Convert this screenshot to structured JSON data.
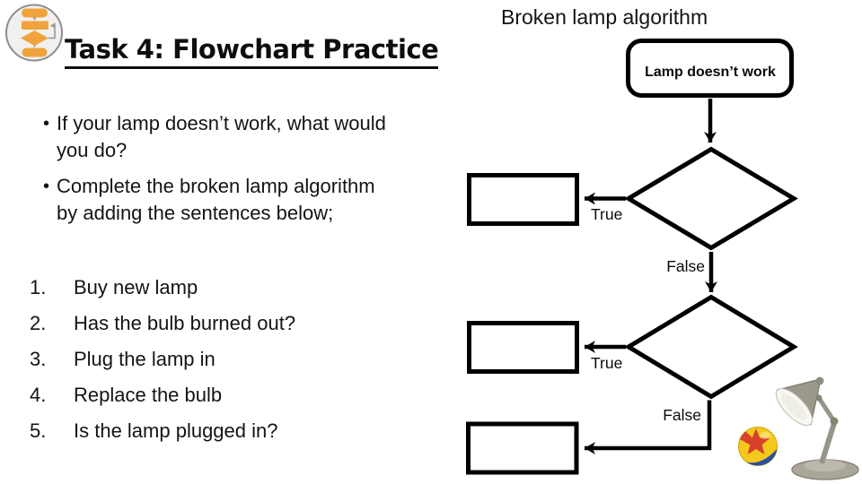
{
  "header": {
    "title": "Task 4: Flowchart Practice"
  },
  "bullets": {
    "marker": "•",
    "items": [
      {
        "lines": [
          "If your lamp doesn’t work, what would",
          "you do?"
        ]
      },
      {
        "lines": [
          "Complete the broken lamp algorithm",
          "by adding the sentences below;"
        ]
      }
    ]
  },
  "numbered_list": [
    {
      "num": "1.",
      "text": "Buy new lamp"
    },
    {
      "num": "2.",
      "text": "Has the bulb burned out?"
    },
    {
      "num": "3.",
      "text": "Plug the lamp in"
    },
    {
      "num": "4.",
      "text": "Replace the bulb"
    },
    {
      "num": "5.",
      "text": "Is the lamp plugged in?"
    }
  ],
  "flowchart": {
    "heading": "Broken lamp algorithm",
    "start": "Lamp doesn’t work",
    "decision1": {
      "label": "",
      "true_label": "True",
      "false_label": "False"
    },
    "decision2": {
      "label": "",
      "true_label": "True",
      "false_label": "False"
    },
    "process_boxes": [
      "",
      "",
      ""
    ]
  },
  "images": {
    "badge": "flowchart-icon",
    "lamp": "pixar-luxo-lamp",
    "ball": "luxo-ball"
  },
  "colors": {
    "background": "#ffffff",
    "text": "#141414",
    "flowchart_stroke": "#000000",
    "icon_orange": "#f0a33c",
    "icon_circle_fill": "#f1f0ee",
    "icon_circle_border": "#8e8e8e",
    "ball_yellow": "#f4c91b",
    "ball_red": "#d8402c",
    "ball_blue": "#2d4f9e",
    "lamp_gray": "#a5a294"
  }
}
